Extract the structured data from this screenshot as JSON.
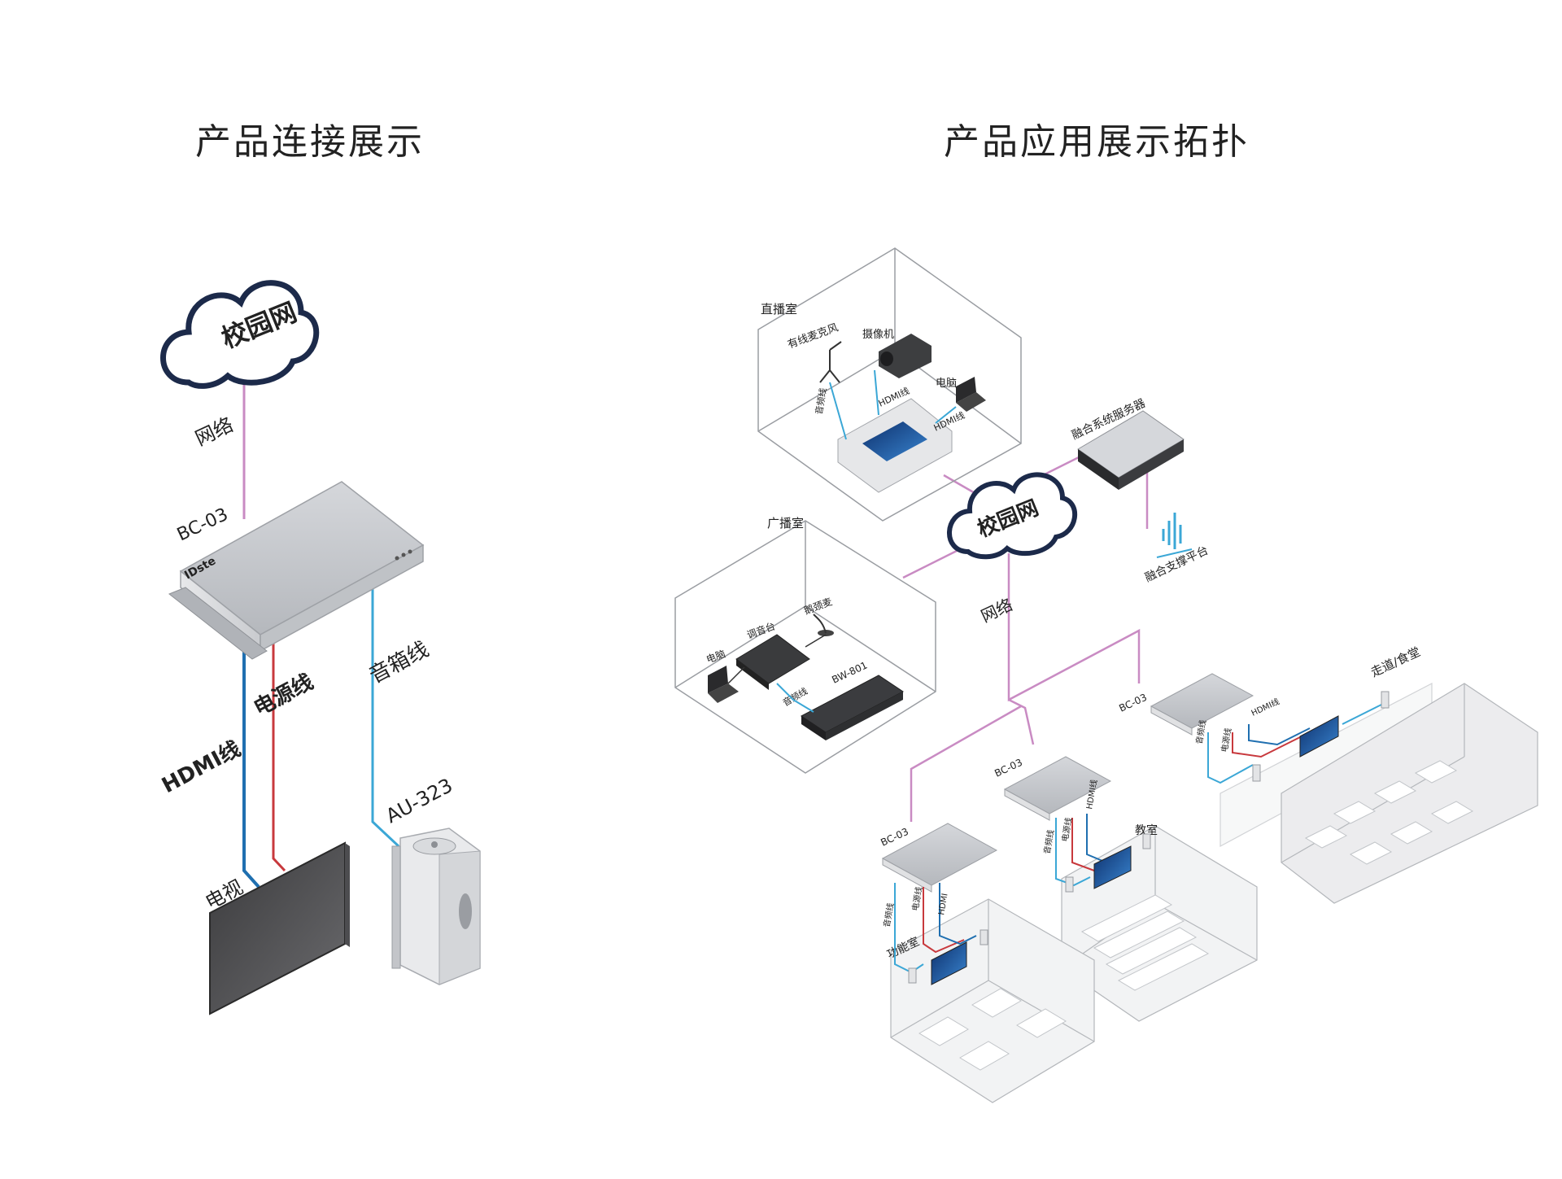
{
  "titles": {
    "left": "产品连接展示",
    "right": "产品应用展示拓扑"
  },
  "left_diagram": {
    "cloud_label": "校园网",
    "network_label": "网络",
    "device_label": "BC-03",
    "hdmi_label": "HDMI线",
    "power_label": "电源线",
    "speaker_cable_label": "音箱线",
    "speaker_label": "AU-323",
    "tv_label": "电视",
    "brand": "IDste"
  },
  "right_diagram": {
    "cloud_label": "校园网",
    "network_label": "网络",
    "studio": {
      "room": "直播室",
      "mic": "有线麦克风",
      "camera": "摄像机",
      "pc": "电脑",
      "audio_line": "音频线",
      "hdmi_line": "HDMI线",
      "hdmi_line_2": "HDMI线"
    },
    "server": {
      "label": "融合系统服务器",
      "platform": "融合支撑平台"
    },
    "broadcast": {
      "room": "广播室",
      "pc": "电脑",
      "mixer": "调音台",
      "mic": "鹅颈麦",
      "device": "BW-801",
      "audio_line": "音频线"
    },
    "corridor": {
      "room": "走道/食堂",
      "device": "BC-03",
      "audio": "音频线",
      "power": "电源线",
      "hdmi": "HDMI线"
    },
    "classroom": {
      "room": "教室",
      "device": "BC-03",
      "audio": "音频线",
      "power": "电源线",
      "hdmi": "HDMI线"
    },
    "function_room": {
      "room": "功能室",
      "device": "BC-03",
      "audio": "音频线",
      "power": "电源线",
      "hdmi": "HDMI"
    }
  },
  "colors": {
    "network": "#c98bc3",
    "hdmi": "#1f6fb0",
    "power": "#c8393d",
    "audio": "#3ba7d6"
  }
}
